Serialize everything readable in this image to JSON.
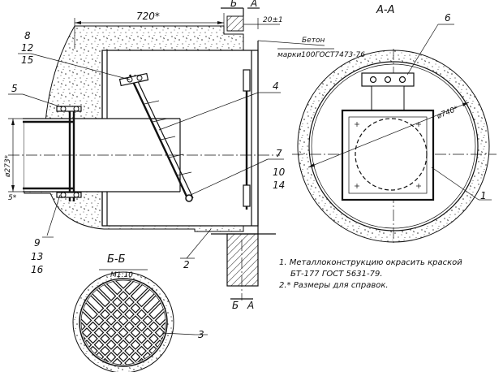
{
  "dimensions": {
    "length": "720*",
    "offset": "20±1",
    "diameter": "ø273*",
    "small": "5*",
    "circle_diameter": "ø740*",
    "scale": "M1:10"
  },
  "section_labels": {
    "b_top": "Б",
    "a_top": "А",
    "b_bottom": "Б",
    "a_bottom": "А",
    "view_aa": "А-А",
    "view_bb": "Б-Б"
  },
  "material": {
    "line1": "Бетон",
    "line2": "марки100ГОСТ7473-76"
  },
  "callouts": {
    "c8_12_15": [
      "8",
      "12",
      "15"
    ],
    "c5": "5",
    "c4": "4",
    "c6": "6",
    "c7_10_14": [
      "7",
      "10",
      "14"
    ],
    "c9_13_16": [
      "9",
      "13",
      "16"
    ],
    "c2": "2",
    "c1": "1",
    "c3": "3"
  },
  "notes": {
    "n1a": "1. Металлоконструкцию окрасить краской",
    "n1b": "БТ-177 ГОСТ 5631-79.",
    "n2": "2.* Размеры для справок."
  }
}
